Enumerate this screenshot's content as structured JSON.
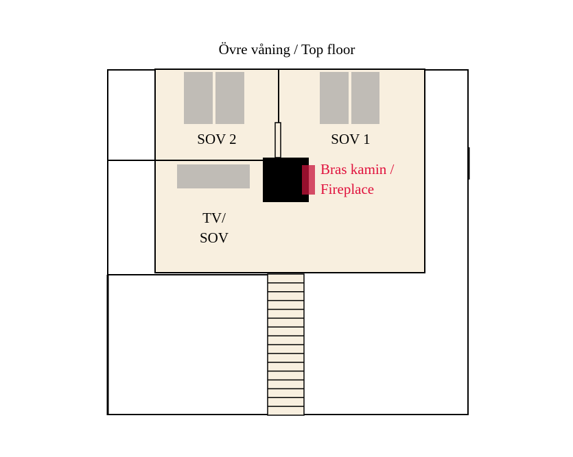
{
  "title": "Övre våning / Top floor",
  "rooms": {
    "sov2": "SOV 2",
    "sov1": "SOV 1",
    "tv_line1": "TV/",
    "tv_line2": "SOV"
  },
  "fireplace": {
    "line1": "Bras kamin /",
    "line2": "Fireplace"
  },
  "colors": {
    "floor": "#f8efdf",
    "bed": "#c0bcb6",
    "fireplace_label": "#e0103c",
    "fireplace_marker": "#c8143c",
    "stove": "#000000",
    "wall": "#000000"
  }
}
